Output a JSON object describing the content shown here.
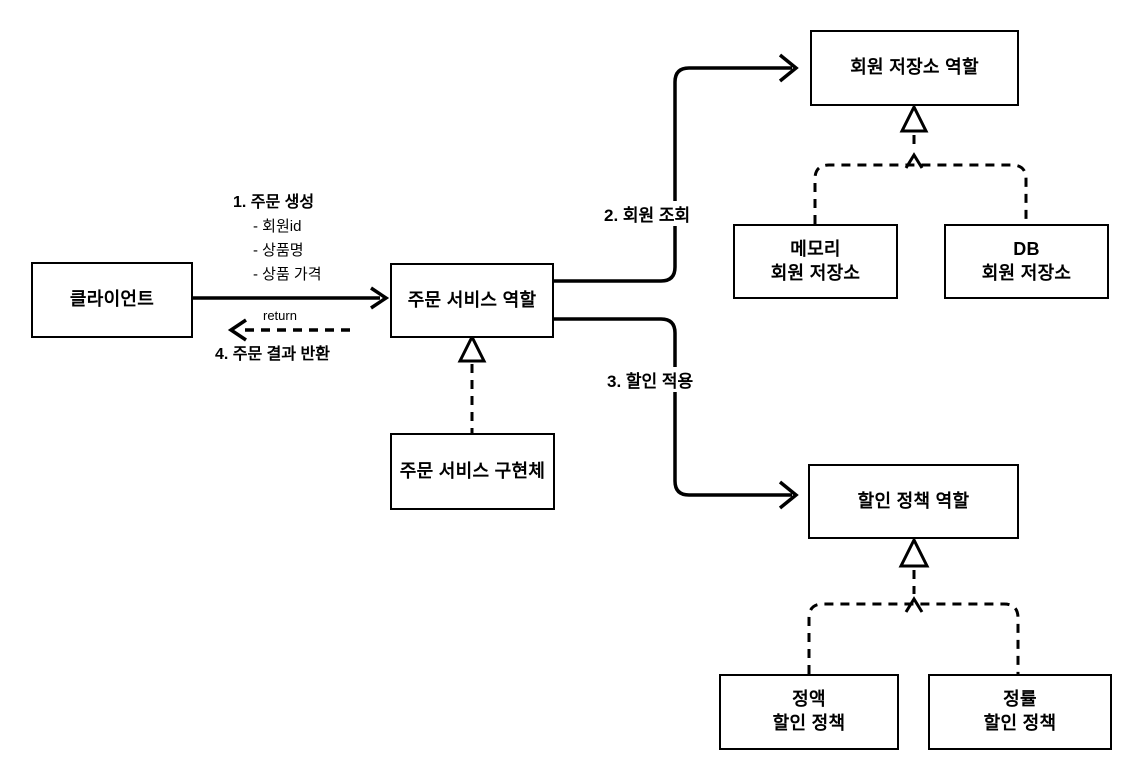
{
  "diagram": {
    "boxes": {
      "client": {
        "label": "클라이언트"
      },
      "order_service_role": {
        "label": "주문 서비스 역할"
      },
      "order_service_impl": {
        "label": "주문 서비스 구현체"
      },
      "member_repo_role": {
        "label": "회원 저장소 역할"
      },
      "memory_member_repo": {
        "line1": "메모리",
        "line2": "회원 저장소"
      },
      "db_member_repo": {
        "line1": "DB",
        "line2": "회원 저장소"
      },
      "discount_policy_role": {
        "label": "할인 정책 역할"
      },
      "fixed_discount_policy": {
        "line1": "정액",
        "line2": "할인 정책"
      },
      "rate_discount_policy": {
        "line1": "정률",
        "line2": "할인 정책"
      }
    },
    "labels": {
      "step1_title": "1. 주문 생성",
      "step1_items": [
        "- 회원id",
        "- 상품명",
        "- 상품 가격"
      ],
      "return_label": "return",
      "step4": "4. 주문 결과 반환",
      "step2": "2. 회원 조회",
      "step3": "3. 할인 적용"
    },
    "colors": {
      "line": "#000000",
      "box_border": "#000000",
      "background": "#ffffff"
    }
  }
}
